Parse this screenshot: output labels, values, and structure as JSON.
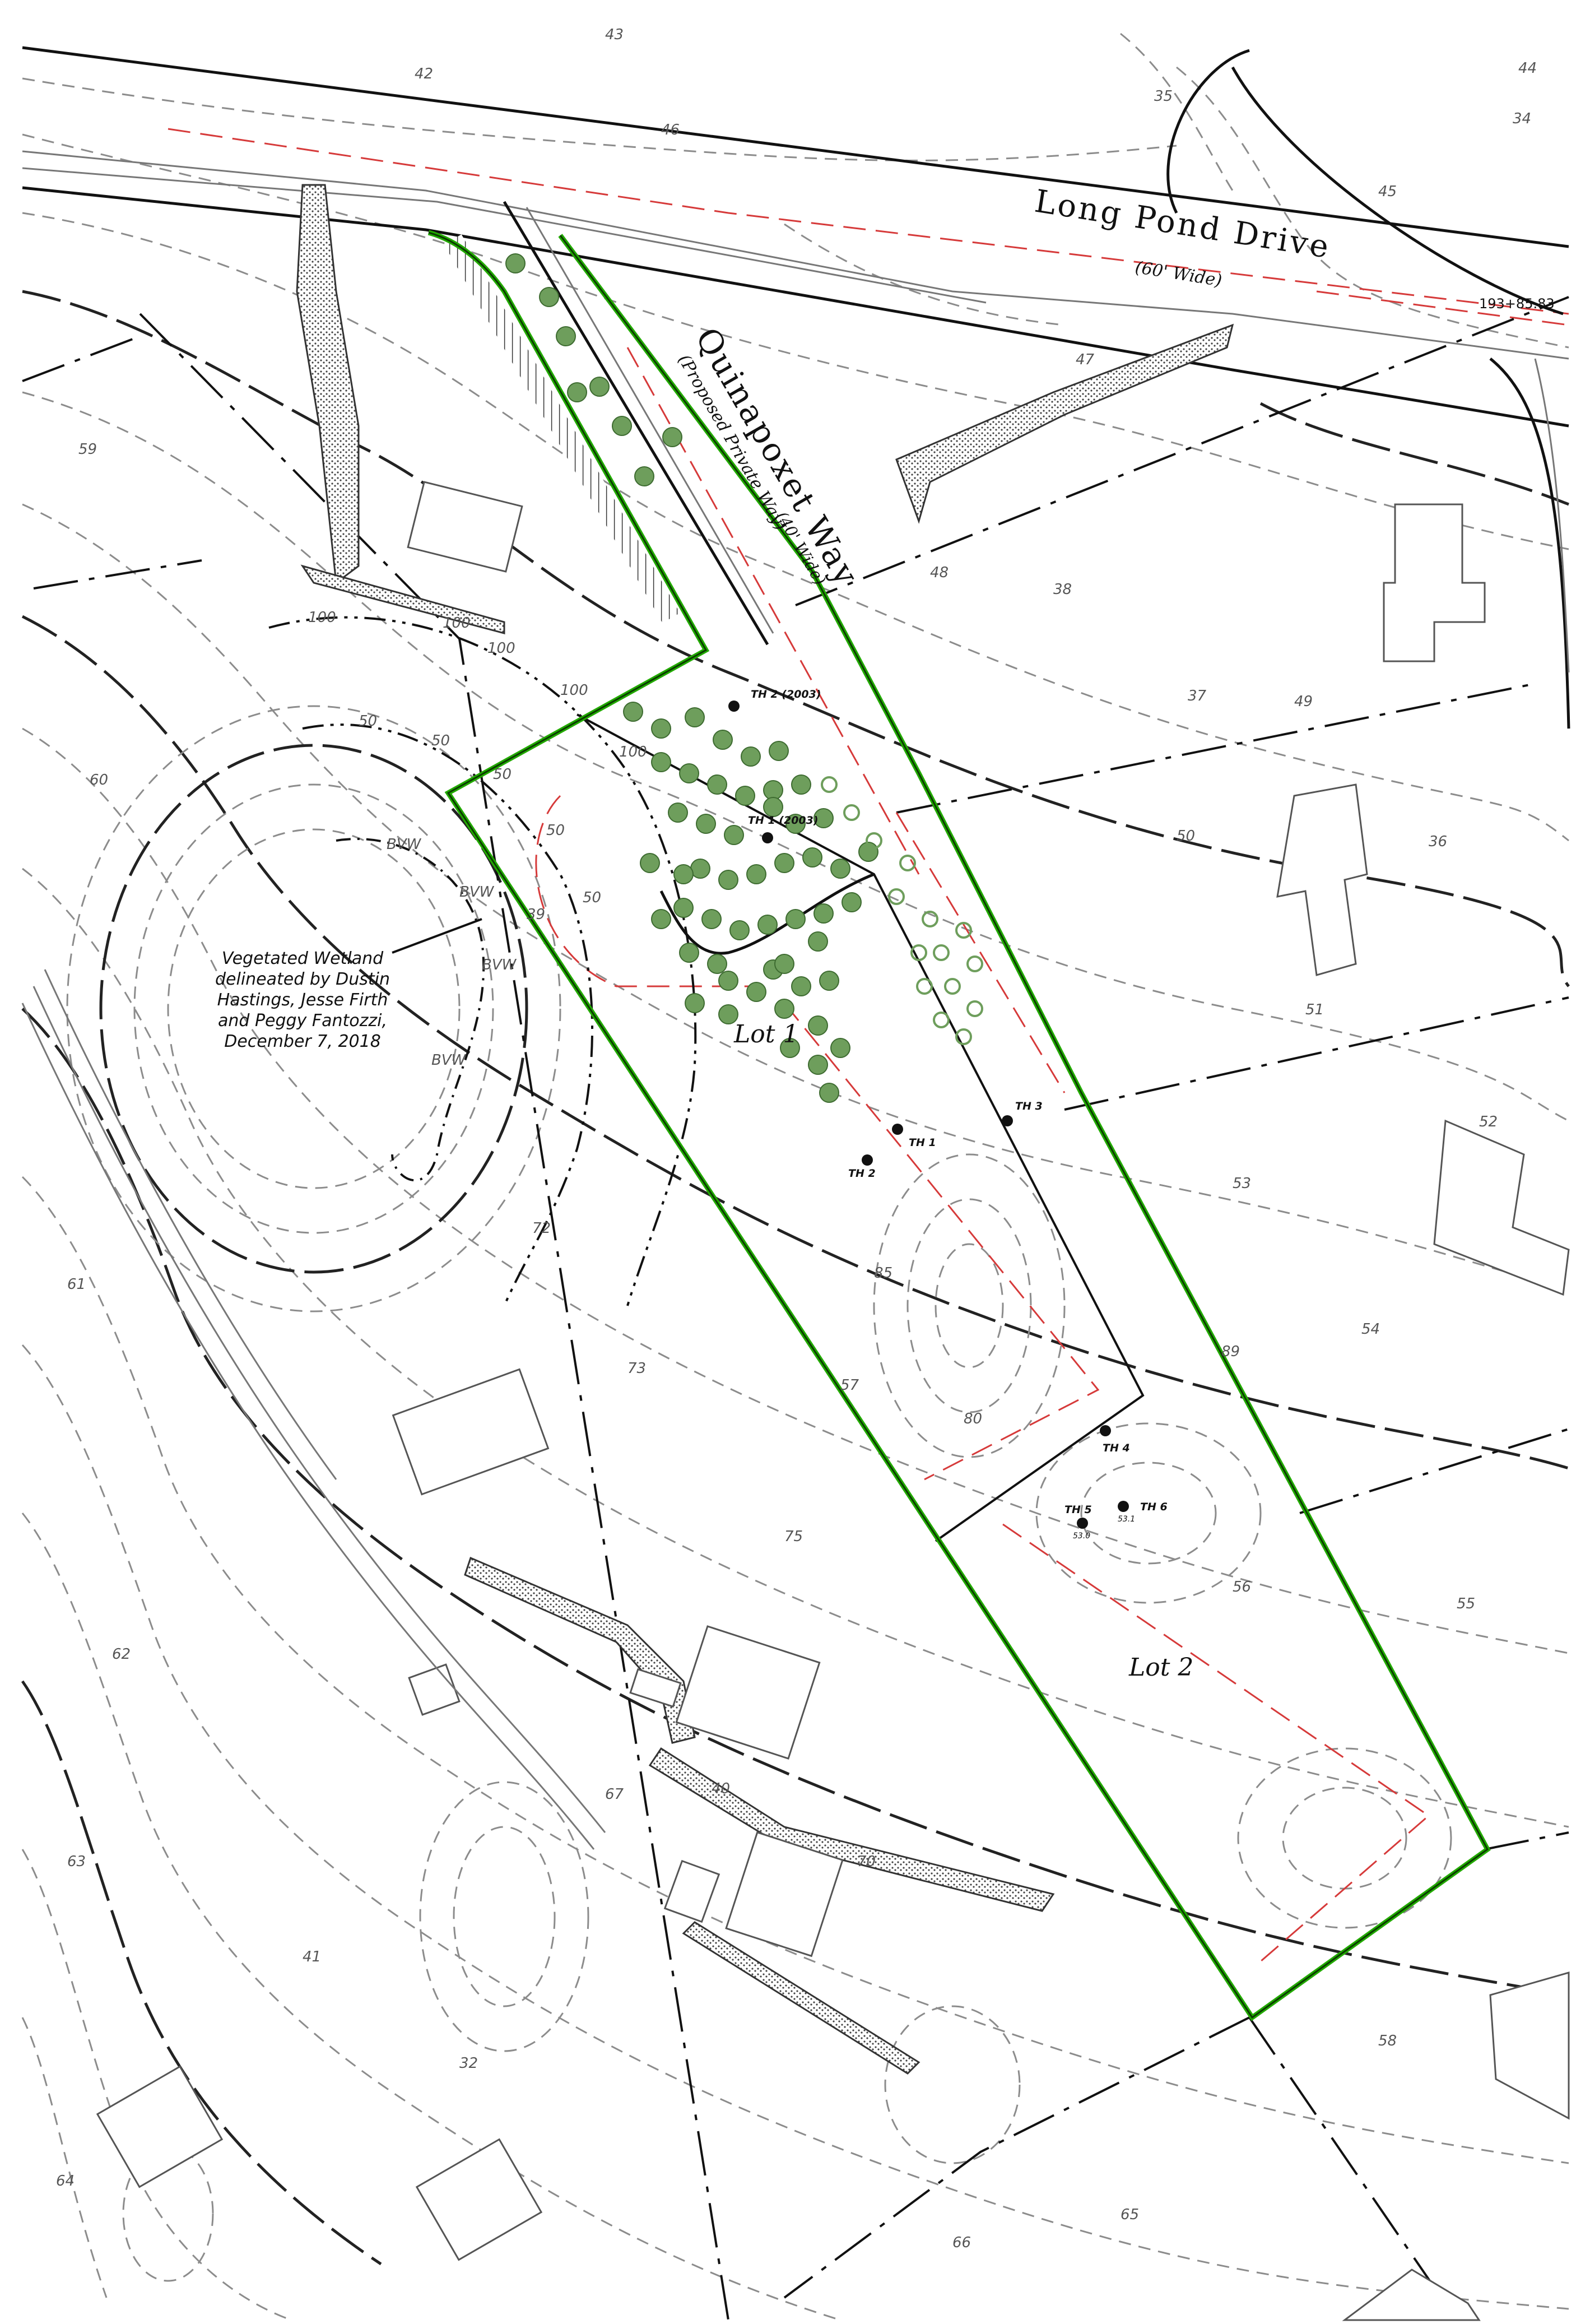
{
  "streets": {
    "main_name": "Long Pond Drive",
    "main_width": "(60' Wide)",
    "private_name": "Quinapoxet Way",
    "private_note": "(Proposed Private Way)",
    "private_width": "(40' Wide)",
    "station": "193+85.83"
  },
  "lots": {
    "lot1": "Lot 1",
    "lot2": "Lot 2"
  },
  "wetland_note": {
    "line1": "Vegetated Wetland",
    "line2": "delineated by Dustin",
    "line3": "Hastings, Jesse Firth",
    "line4": "and Peggy Fantozzi,",
    "line5": "December 7, 2018"
  },
  "bvw_label": "BVW",
  "buffers": {
    "b100": "100",
    "b50": "50"
  },
  "test_holes": [
    {
      "label": "TH 2 (2003)"
    },
    {
      "label": "TH 1 (2003)"
    },
    {
      "label": "TH 1"
    },
    {
      "label": "TH 2"
    },
    {
      "label": "TH 3"
    },
    {
      "label": "TH 4"
    },
    {
      "label": "TH 5",
      "elev": "53.0"
    },
    {
      "label": "TH 6",
      "elev": "53.1"
    }
  ],
  "contour_labels": [
    "43",
    "42",
    "44",
    "45",
    "46",
    "47",
    "48",
    "49",
    "50",
    "51",
    "52",
    "53",
    "54",
    "55",
    "56",
    "57",
    "58",
    "59",
    "60",
    "61",
    "62",
    "63",
    "64",
    "65",
    "66",
    "67",
    "70",
    "72",
    "73",
    "75",
    "80",
    "85",
    "89",
    "36",
    "37",
    "38",
    "39",
    "40",
    "41",
    "32",
    "34",
    "35"
  ],
  "colors": {
    "boundary": "#22aa00",
    "setback": "#d63a3a",
    "trees": "#6e9e5c"
  }
}
